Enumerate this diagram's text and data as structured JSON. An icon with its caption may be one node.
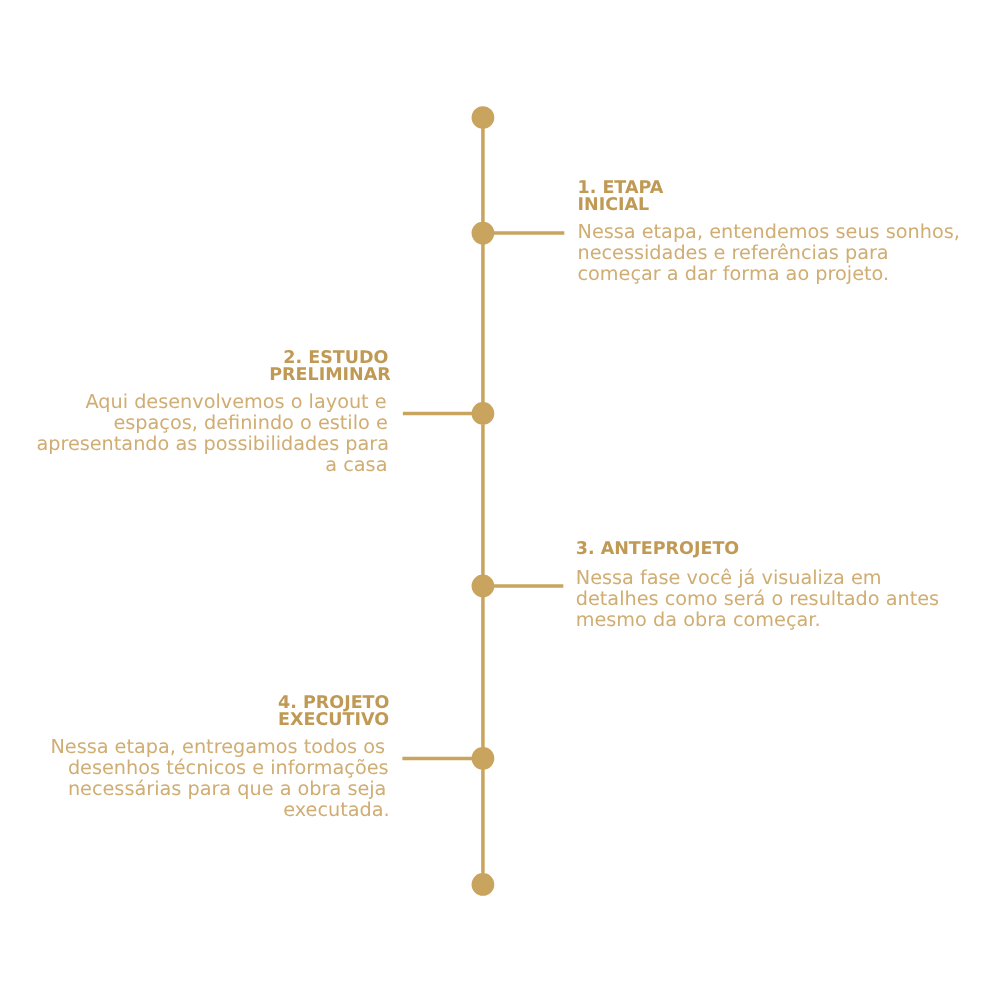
{
  "diagram": {
    "nodes": [
      {
        "text": [],
        "shape": "circle"
      },
      {
        "text": [],
        "shape": "circle"
      },
      {
        "text": [
          "1. ETAPA INICIAL",
          "Nessa etapa, entendemos seus sonhos, necessidades e referências para começar a dar forma ao projeto."
        ]
      },
      {
        "text": [
          "2. ESTUDO PRELIMINAR",
          "Aqui desenvolvemos o layout e espaços, definindo o estilo e apresentando as possibilidades para a casa"
        ]
      },
      {
        "text": [],
        "shape": "circle"
      },
      {
        "text": [],
        "shape": "circle"
      },
      {
        "text": [
          "3. ANTEPROJETO",
          "Nessa fase você já visualiza em detalhes como será o resultado antes mesmo da obra começar."
        ]
      },
      {
        "text": [
          "4. PROJETO EXECUTIVO",
          "Nessa etapa, entregamos todos os desenhos técnicos e informações necessárias para que a obra seja executada."
        ]
      },
      {
        "text": [],
        "shape": "circle"
      },
      {
        "text": [],
        "shape": "circle"
      }
    ],
    "edges": [
      {
        "from": 0,
        "to": 1,
        "arrow": "none"
      },
      {
        "from": 1,
        "to": 2,
        "arrow": "none"
      },
      {
        "from": 1,
        "to": 4,
        "arrow": "none"
      },
      {
        "from": 3,
        "to": 4,
        "arrow": "none"
      },
      {
        "from": 4,
        "to": 5,
        "arrow": "none"
      },
      {
        "from": 5,
        "to": 6,
        "arrow": "none"
      },
      {
        "from": 5,
        "to": 8,
        "arrow": "none"
      },
      {
        "from": 7,
        "to": 8,
        "arrow": "none"
      },
      {
        "from": 8,
        "to": 9,
        "arrow": "none"
      }
    ]
  }
}
